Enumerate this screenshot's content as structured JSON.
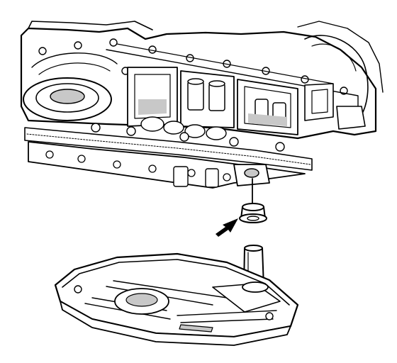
{
  "figure": {
    "components": [
      {
        "id": "transmission-case",
        "icon": "transmission-case-icon"
      },
      {
        "id": "valve-body",
        "icon": "valve-body-icon"
      },
      {
        "id": "filter-seal",
        "icon": "seal-ring-icon"
      },
      {
        "id": "filter-assembly",
        "icon": "oil-filter-icon"
      },
      {
        "id": "pointer-arrow",
        "icon": "arrow-icon"
      }
    ],
    "colors": {
      "ink": "#000000",
      "background": "#ffffff",
      "shade": "#c8c8c8"
    }
  }
}
